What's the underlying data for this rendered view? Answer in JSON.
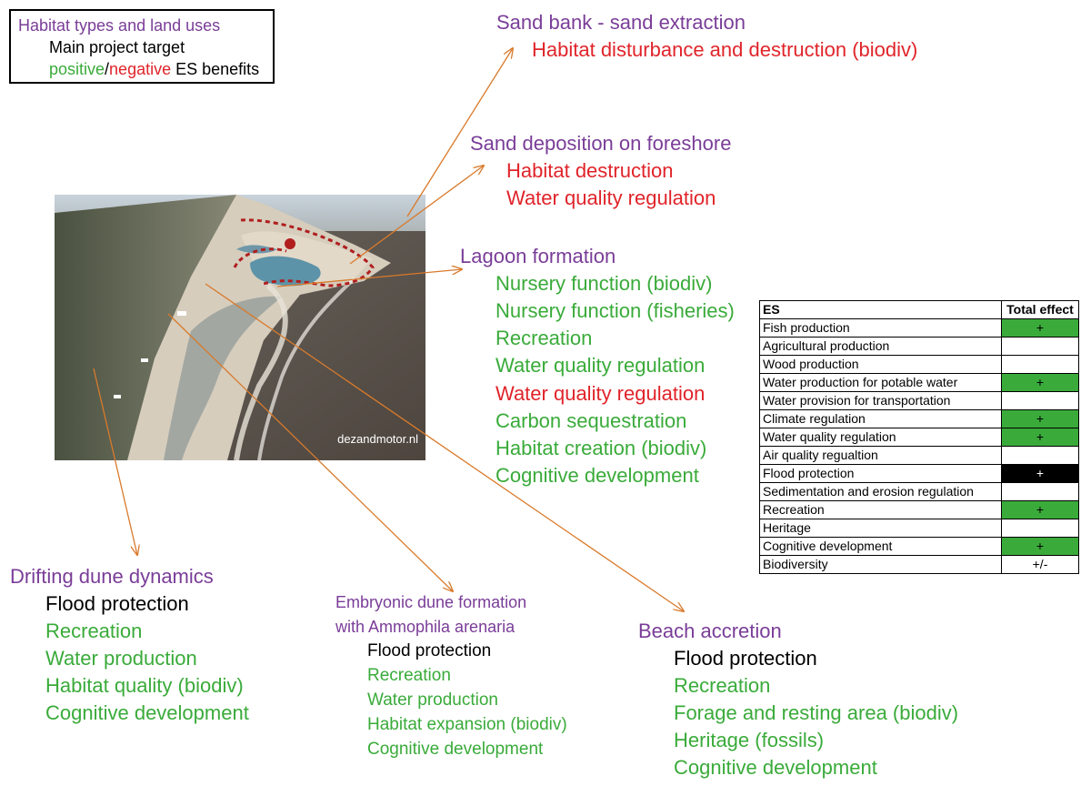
{
  "legend": {
    "title": "Habitat types and land uses",
    "line2": "Main project target",
    "positive": "positive",
    "slash": "/",
    "negative": "negative",
    "suffix": " ES benefits"
  },
  "photo": {
    "watermark": "dezandmotor.nl"
  },
  "sand_bank": {
    "title": "Sand bank - sand extraction",
    "items": [
      "Habitat disturbance and destruction (biodiv)"
    ]
  },
  "sand_deposition": {
    "title": "Sand deposition on foreshore",
    "items": [
      "Habitat destruction",
      "Water quality regulation"
    ]
  },
  "lagoon": {
    "title": "Lagoon formation",
    "items": [
      "Nursery function (biodiv)",
      "Nursery function (fisheries)",
      "Recreation",
      "Water quality regulation",
      "Water quality regulation",
      "Carbon sequestration",
      "Habitat creation (biodiv)",
      "Cognitive development"
    ]
  },
  "drifting": {
    "title": "Drifting dune dynamics",
    "items": [
      "Flood protection",
      "Recreation",
      "Water production",
      "Habitat quality (biodiv)",
      "Cognitive development"
    ]
  },
  "embryonic": {
    "title1": "Embryonic dune formation",
    "title2": "with Ammophila arenaria",
    "items": [
      "Flood protection",
      "Recreation",
      "Water production",
      "Habitat expansion (biodiv)",
      "Cognitive development"
    ]
  },
  "beach": {
    "title": "Beach accretion",
    "items": [
      "Flood protection",
      "Recreation",
      "Forage and resting area (biodiv)",
      "Heritage (fossils)",
      "Cognitive development"
    ]
  },
  "es_table": {
    "header": [
      "ES",
      "Total effect"
    ],
    "rows": [
      {
        "name": "Fish production",
        "effect": "+",
        "fill": "#3aab3a"
      },
      {
        "name": "Agricultural production",
        "effect": "",
        "fill": "#ffffff"
      },
      {
        "name": "Wood production",
        "effect": "",
        "fill": "#ffffff"
      },
      {
        "name": "Water production for potable water",
        "effect": "+",
        "fill": "#3aab3a"
      },
      {
        "name": "Water provision for transportation",
        "effect": "",
        "fill": "#ffffff"
      },
      {
        "name": "Climate regulation",
        "effect": "+",
        "fill": "#3aab3a"
      },
      {
        "name": "Water quality regulation",
        "effect": "+",
        "fill": "#3aab3a"
      },
      {
        "name": "Air quality regualtion",
        "effect": "",
        "fill": "#ffffff"
      },
      {
        "name": "Flood protection",
        "effect": "+",
        "fill": "#000000"
      },
      {
        "name": "Sedimentation and erosion regulation",
        "effect": "",
        "fill": "#ffffff"
      },
      {
        "name": "Recreation",
        "effect": "+",
        "fill": "#3aab3a"
      },
      {
        "name": "Heritage",
        "effect": "",
        "fill": "#ffffff"
      },
      {
        "name": "Cognitive development",
        "effect": "+",
        "fill": "#3aab3a"
      },
      {
        "name": "Biodiversity",
        "effect": "+/-",
        "fill": "#ffffff"
      }
    ]
  },
  "colors": {
    "purple": "#7a3d98",
    "green": "#3aab3a",
    "red": "#e0242a",
    "arrow": "#d97a2b"
  }
}
